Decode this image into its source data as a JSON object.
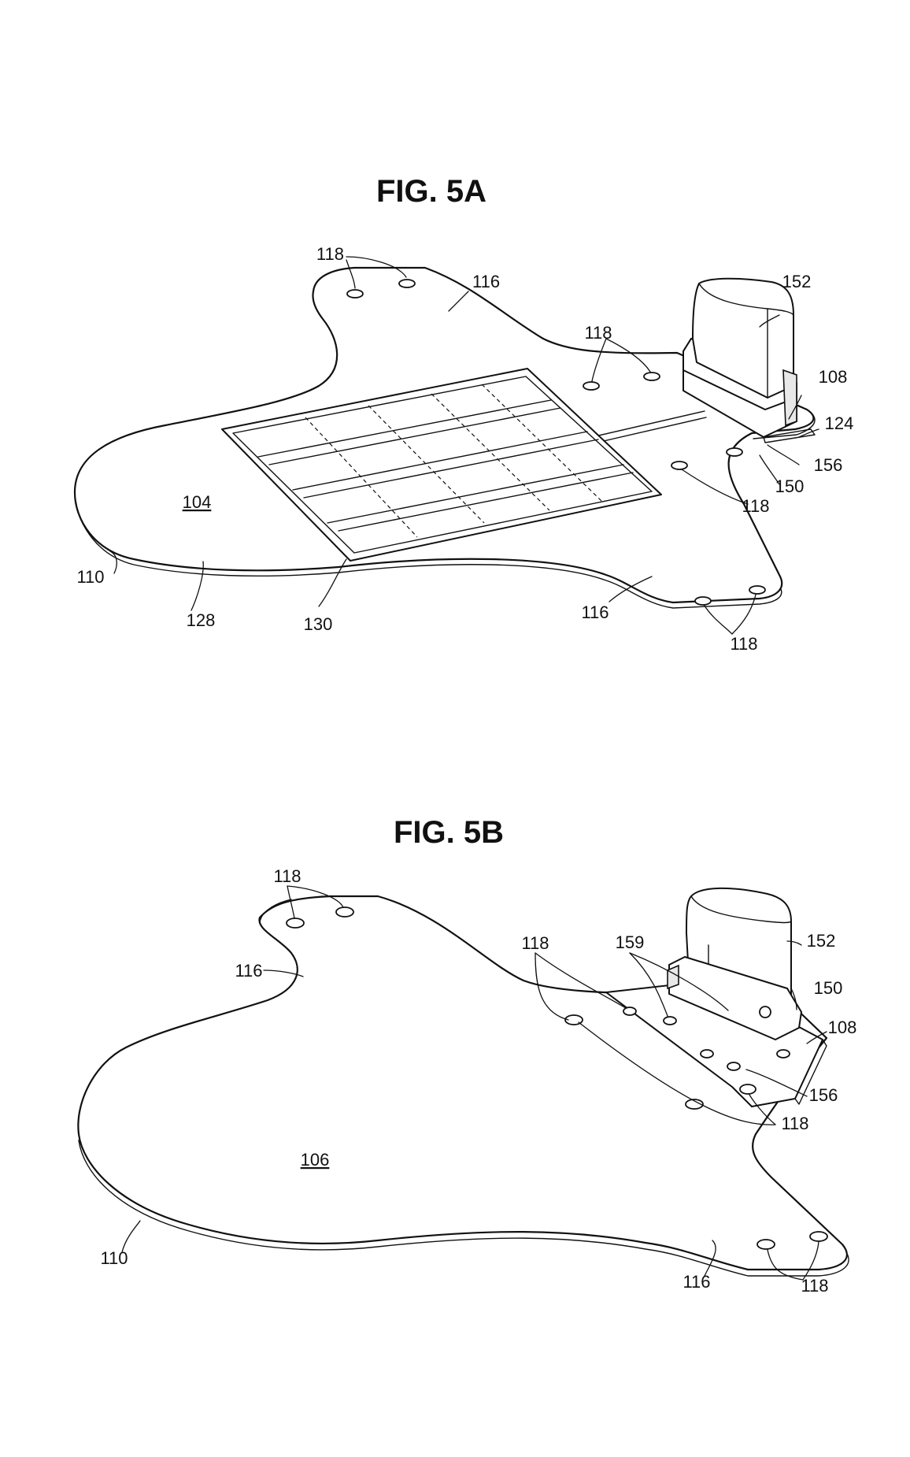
{
  "figures": [
    {
      "id": "fig5a",
      "title": "FIG. 5A",
      "labels": {
        "l118_tl": "118",
        "l116_top": "116",
        "l118_mid": "118",
        "l152": "152",
        "l108": "108",
        "l124": "124",
        "l156": "156",
        "l150": "150",
        "l118_right": "118",
        "l104": "104",
        "l110": "110",
        "l128": "128",
        "l130": "130",
        "l116_bot": "116",
        "l118_bot": "118"
      }
    },
    {
      "id": "fig5b",
      "title": "FIG. 5B",
      "labels": {
        "l118_tl": "118",
        "l116_left": "116",
        "l118_mid": "118",
        "l159": "159",
        "l152": "152",
        "l150": "150",
        "l108": "108",
        "l156": "156",
        "l118_right": "118",
        "l106": "106",
        "l110": "110",
        "l116_bot": "116",
        "l118_bot": "118"
      }
    }
  ]
}
